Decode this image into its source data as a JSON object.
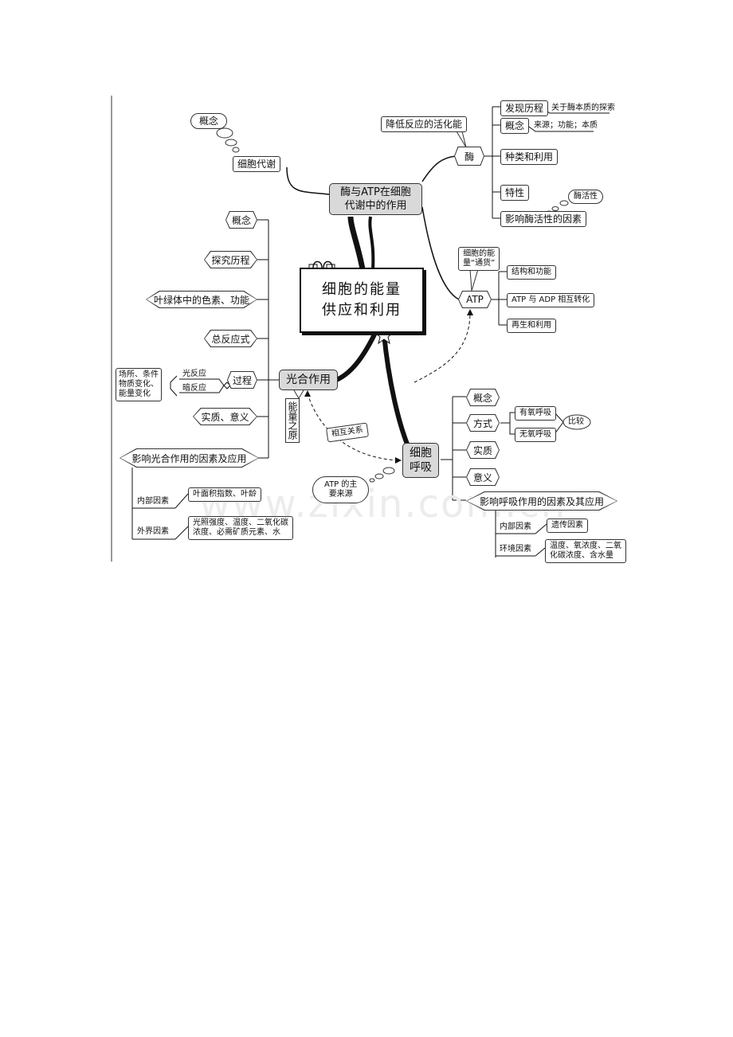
{
  "title": {
    "line1": "细胞的能量",
    "line2": "供应和利用"
  },
  "watermark": "www.zixin.com.cn",
  "enzyme_atp": {
    "main": {
      "line1": "酶与ATP在细胞",
      "line2": "代谢中的作用"
    },
    "metabolism": "细胞代谢",
    "concept_bubble": "概念",
    "enzyme": "酶",
    "lower_energy": "降低反应的活化能",
    "enzyme_children": {
      "discovery": "发现历程",
      "discovery_note": "关于酶本质的探索",
      "concept": "概念",
      "concept_note": "来源；功能；本质",
      "types": "种类和利用",
      "properties": "特性",
      "factors": "影响酶活性的因素",
      "activity_bubble": "酶活性"
    },
    "atp": "ATP",
    "currency": {
      "line1": "细胞的能",
      "line2": "量“通货”"
    },
    "atp_children": [
      "结构和功能",
      "ATP 与 ADP 相互转化",
      "再生和利用"
    ]
  },
  "photosynthesis": {
    "main": "光合作用",
    "children": [
      "概念",
      "探究历程",
      "叶绿体中的色素、功能",
      "总反应式",
      "过程",
      "实质、意义"
    ],
    "process_light": "光反应",
    "process_dark": "暗反应",
    "process_note": {
      "line1": "场所、条件",
      "line2": "物质变化、",
      "line3": "能量变化"
    },
    "factors": "影响光合作用的因素及应用",
    "internal_label": "内部因素",
    "internal_note": "叶面积指数、叶龄",
    "external_label": "外界因素",
    "external_note": {
      "line1": "光照强度、温度、二氧化碳",
      "line2": "浓度、必需矿质元素、水"
    },
    "energy_source": "能量之原",
    "mutual": "相互关系"
  },
  "respiration": {
    "main": {
      "line1": "细胞",
      "line2": "呼吸"
    },
    "children": [
      "概念",
      "方式",
      "实质",
      "意义"
    ],
    "aerobic": "有氧呼吸",
    "anaerobic": "无氧呼吸",
    "compare": "比较",
    "atp_source": {
      "line1": "ATP 的主",
      "line2": "要来源"
    },
    "factors": "影响呼吸作用的因素及其应用",
    "internal_label": "内部因素",
    "internal_note": "遗传因素",
    "external_label": "环境因素",
    "external_note": {
      "line1": "温度、氧浓度、二氧",
      "line2": "化碳浓度、含水量"
    }
  }
}
